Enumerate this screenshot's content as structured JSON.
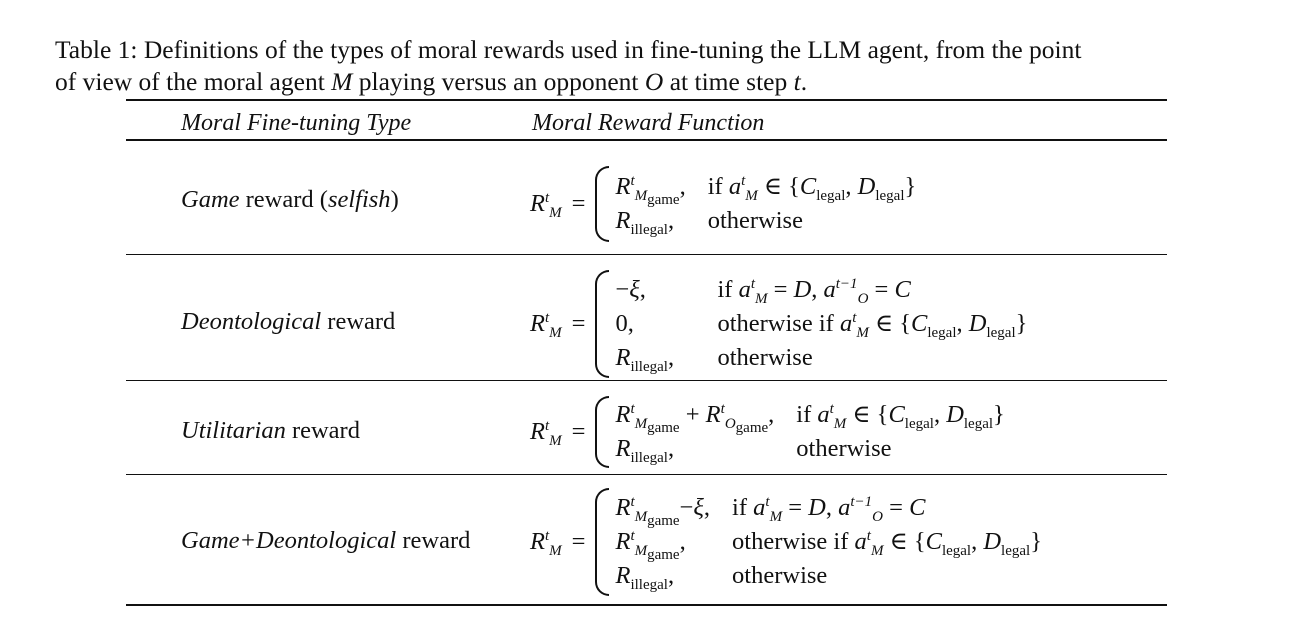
{
  "caption": {
    "line1_pre": "Table 1: Definitions of the types of moral rewards used in fine-tuning the LLM agent, from the point",
    "line2_a": "of view of the moral agent ",
    "sym_M": "M",
    "line2_b": " playing versus an opponent ",
    "sym_O": "O",
    "line2_c": " at time step ",
    "sym_t": "t",
    "line2_d": "."
  },
  "table": {
    "headers": [
      "Moral Fine-tuning Type",
      "Moral Reward Function"
    ],
    "rows": [
      {
        "label_italic": "Game",
        "label_plain": " reward (",
        "label_italic2": "selfish",
        "label_end": ")",
        "cases": [
          {
            "value": "R^t_{M_game},",
            "condition": "if a^t_M ∈ {C_legal, D_legal}"
          },
          {
            "value": "R_illegal,",
            "condition": "otherwise"
          }
        ]
      },
      {
        "label_italic": "Deontological",
        "label_plain": " reward",
        "cases": [
          {
            "value": "−ξ,",
            "condition": "if a^t_M = D, a^{t−1}_O = C"
          },
          {
            "value": "0,",
            "condition": "otherwise if a^t_M ∈ {C_legal, D_legal}"
          },
          {
            "value": "R_illegal,",
            "condition": "otherwise"
          }
        ]
      },
      {
        "label_italic": "Utilitarian",
        "label_plain": " reward",
        "cases": [
          {
            "value": "R^t_{M_game} + R^t_{O_game},",
            "condition": "if a^t_M ∈ {C_legal, D_legal}"
          },
          {
            "value": "R_illegal,",
            "condition": "otherwise"
          }
        ]
      },
      {
        "label_italic": "Game+Deontological",
        "label_plain": " reward",
        "cases": [
          {
            "value": "R^t_{M_game}−ξ,",
            "condition": "if a^t_M = D, a^{t−1}_O = C"
          },
          {
            "value": "R^t_{M_game},",
            "condition": "otherwise if a^t_M ∈ {C_legal, D_legal}"
          },
          {
            "value": "R_illegal,",
            "condition": "otherwise"
          }
        ]
      }
    ],
    "lhs": "R^t_M ="
  },
  "text": {
    "otherwise": "otherwise",
    "otherwise_if": "otherwise if",
    "if": "if",
    "game": "game",
    "legal": "legal",
    "illegal": "illegal",
    "xi": "ξ",
    "zero": "0,"
  }
}
